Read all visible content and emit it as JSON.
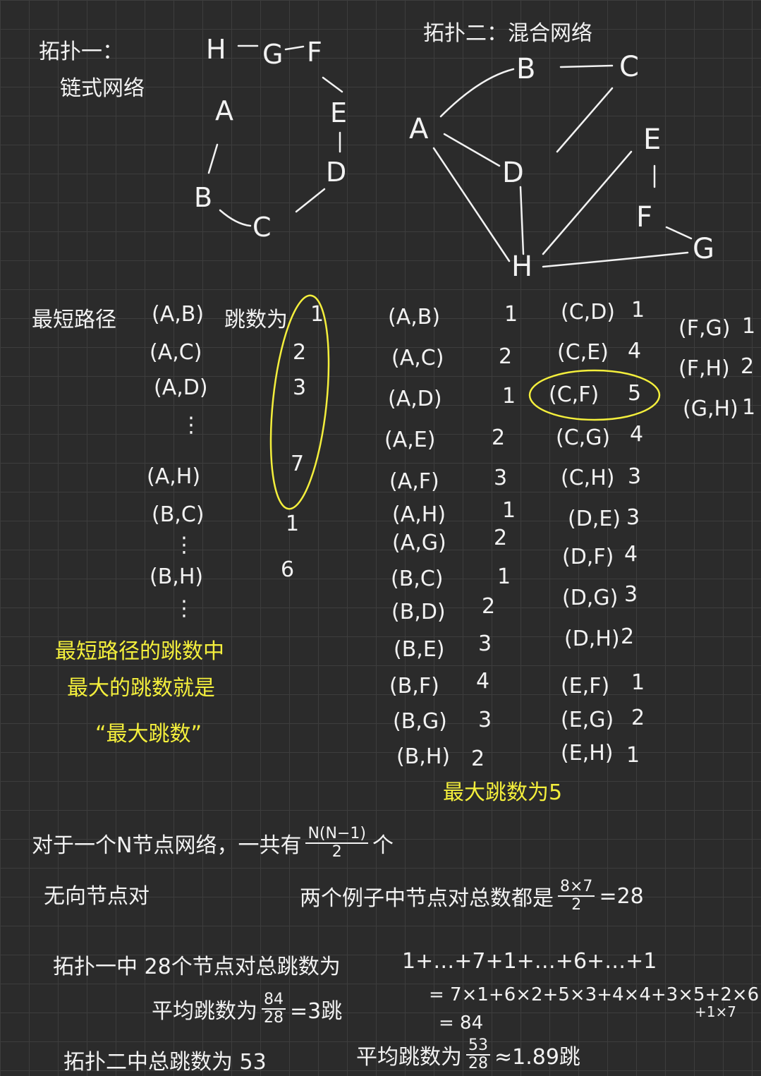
{
  "topology1": {
    "title": "拓扑一：",
    "subtitle": "链式网络",
    "nodes": [
      "H",
      "G",
      "F",
      "E",
      "D",
      "C",
      "B",
      "A"
    ],
    "edges": [
      [
        "H",
        "G"
      ],
      [
        "G",
        "F"
      ],
      [
        "F",
        "E"
      ],
      [
        "E",
        "D"
      ],
      [
        "D",
        "C"
      ],
      [
        "C",
        "B"
      ],
      [
        "B",
        "A"
      ]
    ]
  },
  "topology2": {
    "title": "拓扑二：混合网络",
    "nodes": [
      "B",
      "C",
      "A",
      "E",
      "D",
      "F",
      "G",
      "H"
    ],
    "edges": [
      [
        "A",
        "B"
      ],
      [
        "B",
        "C"
      ],
      [
        "C",
        "D"
      ],
      [
        "A",
        "D"
      ],
      [
        "A",
        "H"
      ],
      [
        "D",
        "H"
      ],
      [
        "E",
        "H"
      ],
      [
        "E",
        "F"
      ],
      [
        "F",
        "G"
      ],
      [
        "G",
        "H"
      ]
    ]
  },
  "table1": {
    "header_label": "最短路径",
    "hop_label": "跳数为",
    "rows": [
      {
        "pair": "(A,B)",
        "hops": "1"
      },
      {
        "pair": "(A,C)",
        "hops": "2"
      },
      {
        "pair": "(A,D)",
        "hops": "3"
      },
      {
        "pair": "⋮",
        "hops": ""
      },
      {
        "pair": "(A,H)",
        "hops": "7"
      },
      {
        "pair": "(B,C)",
        "hops": "1"
      },
      {
        "pair": "⋮",
        "hops": ""
      },
      {
        "pair": "(B,H)",
        "hops": "6"
      },
      {
        "pair": "⋮",
        "hops": ""
      }
    ]
  },
  "table2": {
    "col1": [
      {
        "pair": "(A,B)",
        "hops": "1"
      },
      {
        "pair": "(A,C)",
        "hops": "2"
      },
      {
        "pair": "(A,D)",
        "hops": "1"
      },
      {
        "pair": "(A,E)",
        "hops": "2"
      },
      {
        "pair": "(A,F)",
        "hops": "3"
      },
      {
        "pair": "(A,H)",
        "hops": "1"
      },
      {
        "pair": "(A,G)",
        "hops": "2"
      },
      {
        "pair": "(B,C)",
        "hops": "1"
      },
      {
        "pair": "(B,D)",
        "hops": "2"
      },
      {
        "pair": "(B,E)",
        "hops": "3"
      },
      {
        "pair": "(B,F)",
        "hops": "4"
      },
      {
        "pair": "(B,G)",
        "hops": "3"
      },
      {
        "pair": "(B,H)",
        "hops": "2"
      }
    ],
    "col2": [
      {
        "pair": "(C,D)",
        "hops": "1"
      },
      {
        "pair": "(C,E)",
        "hops": "4"
      },
      {
        "pair": "(C,F)",
        "hops": "5"
      },
      {
        "pair": "(C,G)",
        "hops": "4"
      },
      {
        "pair": "(C,H)",
        "hops": "3"
      },
      {
        "pair": "(D,E)",
        "hops": "3"
      },
      {
        "pair": "(D,F)",
        "hops": "4"
      },
      {
        "pair": "(D,G)",
        "hops": "3"
      },
      {
        "pair": "(D,H)",
        "hops": "2"
      },
      {
        "pair": "(E,F)",
        "hops": "1"
      },
      {
        "pair": "(E,G)",
        "hops": "2"
      },
      {
        "pair": "(E,H)",
        "hops": "1"
      }
    ],
    "col3": [
      {
        "pair": "(F,G)",
        "hops": "1"
      },
      {
        "pair": "(F,H)",
        "hops": "2"
      },
      {
        "pair": "(G,H)",
        "hops": "1"
      }
    ]
  },
  "notes": {
    "yellow_note_lines": [
      "最短路径的跳数中",
      "最大的跳数就是",
      "“最大跳数”"
    ],
    "max_hop_2": "最大跳数为5"
  },
  "summary": {
    "line1_prefix": "对于一个N节点网络，一共有",
    "line1_frac_num": "N(N−1)",
    "line1_frac_den": "2",
    "line1_suffix": "个",
    "line2": "无向节点对",
    "line2b_prefix": "两个例子中节点对总数都是",
    "line2b_frac_num": "8×7",
    "line2b_frac_den": "2",
    "line2b_suffix": "=28",
    "line3_prefix": "拓扑一中 28个节点对总跳数为",
    "line3_sum": "1+…+7+1+…+6+…+1",
    "line4_eq": "= 7×1+6×2+5×3+4×4+3×5+2×6",
    "line4_eq_cont": "+1×7",
    "line5_prefix": "平均跳数为",
    "line5_frac_num": "84",
    "line5_frac_den": "28",
    "line5_suffix": "=3跳",
    "line5_total": "= 84",
    "line6_prefix": "拓扑二中总跳数为 53",
    "line6_avg_prefix": "平均跳数为",
    "line6_frac_num": "53",
    "line6_frac_den": "28",
    "line6_suffix": "≈1.89跳"
  }
}
